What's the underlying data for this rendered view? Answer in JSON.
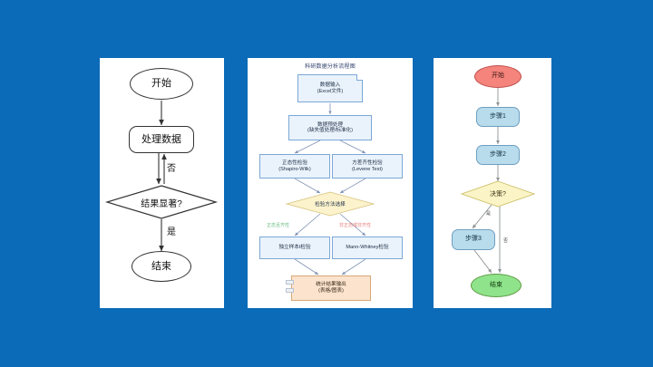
{
  "background_color": "#0b6bb8",
  "panels": [
    {
      "id": "panel-1",
      "name": "simple-flowchart",
      "background": "#ffffff",
      "nodes": {
        "start": "开始",
        "process": "处理数据",
        "decision": "结果显著?",
        "end": "结束"
      },
      "edge_labels": {
        "loop_back": "否",
        "to_end": "是"
      }
    },
    {
      "id": "panel-2",
      "name": "research-data-analysis-flowchart",
      "background": "#ffffff",
      "title": "科研数据分析流程图",
      "nodes": {
        "input": "数据输入\n(Excel文件)",
        "preprocess": "数据预处理\n(缺失值处理/标准化)",
        "normality": "正态性检验\n(Shapiro-Wilk)",
        "homogeneity": "方差齐性检验\n(Levene Test)",
        "method_choice": "检验方法选择",
        "parametric": "独立样本t检验",
        "nonparametric": "Mann-Whitney检验",
        "output": "统计结果输出\n(表格/图表)"
      },
      "edge_labels": {
        "parametric_branch": "正态且齐性",
        "nonparametric_branch": "非正态或非齐性"
      },
      "colors": {
        "box_fill": "#eaf3fb",
        "box_stroke": "#7ba7d7",
        "diamond_fill": "#fcf3cd",
        "diamond_stroke": "#d6c27a",
        "output_fill": "#fbe3cd",
        "output_stroke": "#d9a878",
        "branch_yes": "#6cbf84",
        "branch_no": "#e8827f"
      }
    },
    {
      "id": "panel-3",
      "name": "step-decision-flowchart",
      "background": "#ffffff",
      "nodes": {
        "start": "开始",
        "step1": "步骤1",
        "step2": "步骤2",
        "decision": "决策?",
        "step3": "步骤3",
        "end": "结束"
      },
      "edge_labels": {
        "yes": "是",
        "no": "否"
      },
      "colors": {
        "start_fill": "#f4847c",
        "start_stroke": "#c0504d",
        "step_fill": "#b8dcec",
        "step_stroke": "#6f9fc0",
        "decision_fill": "#fbf4c6",
        "decision_stroke": "#ccbf66",
        "end_fill": "#8fe38b",
        "end_stroke": "#5f9b45"
      }
    }
  ]
}
